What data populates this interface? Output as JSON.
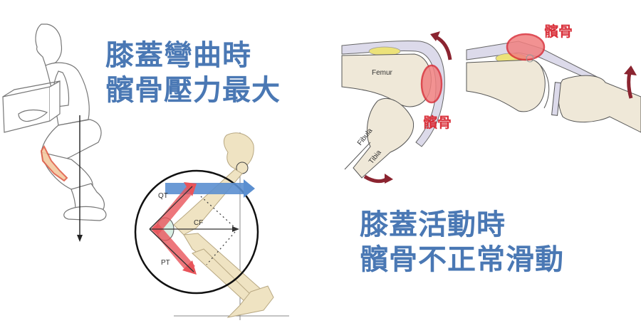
{
  "headline_1": {
    "line1": "膝蓋彎曲時",
    "line2": "髕骨壓力最大"
  },
  "headline_2": {
    "line1": "膝蓋活動時",
    "line2": "髕骨不正常滑動"
  },
  "illustrations": {
    "squat_figure": {
      "description": "person lifting box in squat with gravity line"
    },
    "force_diagram": {
      "labels": {
        "qt": "QT",
        "cf": "CF",
        "pt": "PT"
      }
    },
    "knee_flexed": {
      "labels": {
        "femur": "Femur",
        "fibula": "Fibula",
        "tibia": "Tibia",
        "patella": "髕骨"
      }
    },
    "knee_extended": {
      "labels": {
        "patella": "髕骨"
      }
    }
  },
  "colors": {
    "headline": "#4a78b4",
    "patella_red": "#d9303a",
    "arrow_dark_red": "#8b2430",
    "bone": "#efe3c2",
    "tendon": "#d8d6ea",
    "force_arrow_red": "#e8545a",
    "force_arrow_blue": "#5b8fd0"
  }
}
